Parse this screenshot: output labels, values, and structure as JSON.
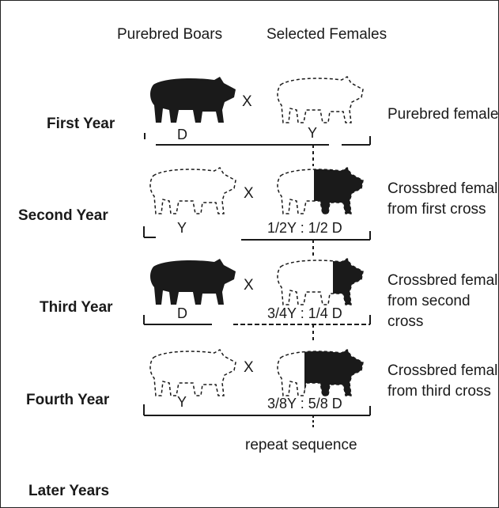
{
  "header": {
    "boars": "Purebred Boars",
    "females": "Selected Females"
  },
  "rows": [
    {
      "year": "First Year",
      "boar_label": "D",
      "female_label": "Y",
      "cross": "X",
      "description": "Purebred female",
      "boar_color": "black",
      "female_color": "white"
    },
    {
      "year": "Second Year",
      "boar_label": "Y",
      "female_label": "1/2Y : 1/2 D",
      "cross": "X",
      "description": "Crossbred female from first cross",
      "boar_color": "white",
      "female_color": "half-white-half-black"
    },
    {
      "year": "Third Year",
      "boar_label": "D",
      "female_label": "3/4Y : 1/4 D",
      "cross": "X",
      "description": "Crossbred female from second cross",
      "boar_color": "black",
      "female_color": "mostly-white-black-head"
    },
    {
      "year": "Fourth Year",
      "boar_label": "Y",
      "female_label": "3/8Y : 5/8 D",
      "cross": "X",
      "description": "Crossbred female from third cross",
      "boar_color": "white",
      "female_color": "mostly-black"
    }
  ],
  "footer": {
    "repeat": "repeat sequence",
    "later_years": "Later Years"
  },
  "colors": {
    "ink": "#1a1a1a",
    "background": "#ffffff"
  }
}
